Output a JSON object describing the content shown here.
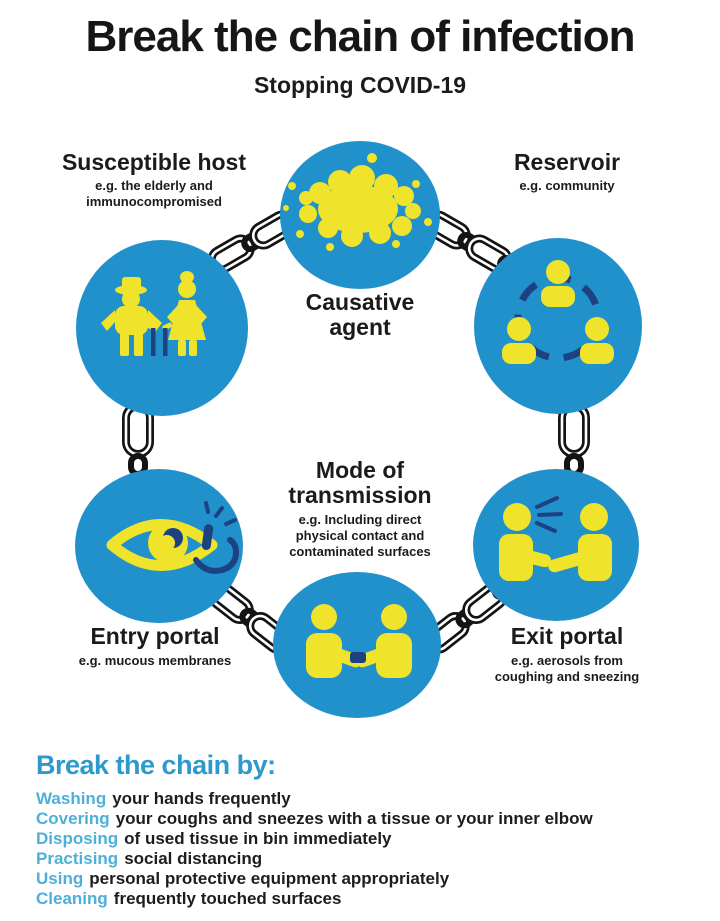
{
  "title": "Break the chain of infection",
  "subtitle": "Stopping COVID-19",
  "colors": {
    "circle_blue": "#2191cc",
    "icon_yellow": "#efe32c",
    "icon_navy": "#1d4282",
    "chain_black": "#141414",
    "heading_blue": "#2d9acb",
    "lead_cyan": "#4db0da",
    "text_dark": "#1b1b1b",
    "background": "#ffffff"
  },
  "nodes": [
    {
      "id": "causative-agent",
      "label": "Causative agent",
      "example": "",
      "icon": "virus-splat-icon"
    },
    {
      "id": "reservoir",
      "label": "Reservoir",
      "example": "e.g. community",
      "icon": "community-people-icon"
    },
    {
      "id": "susceptible-host",
      "label": "Susceptible host",
      "example": "e.g. the elderly and immunocompromised",
      "icon": "elderly-couple-icon"
    },
    {
      "id": "mode-of-transmission",
      "label": "Mode of transmission",
      "example": "e.g. Including direct physical contact and contaminated surfaces",
      "icon": "handshake-icon"
    },
    {
      "id": "entry-portal",
      "label": "Entry portal",
      "example": "e.g. mucous membranes",
      "icon": "eye-touch-icon"
    },
    {
      "id": "exit-portal",
      "label": "Exit portal",
      "example": "e.g. aerosols from coughing and sneezing",
      "icon": "sneezing-people-icon"
    }
  ],
  "break_section": {
    "heading": "Break the chain by:",
    "items": [
      {
        "lead": "Washing",
        "rest": "your hands frequently"
      },
      {
        "lead": "Covering",
        "rest": "your coughs and sneezes with a tissue or your inner elbow"
      },
      {
        "lead": "Disposing",
        "rest": "of used tissue in bin immediately"
      },
      {
        "lead": "Practising",
        "rest": "social distancing"
      },
      {
        "lead": "Using",
        "rest": "personal protective equipment appropriately"
      },
      {
        "lead": "Cleaning",
        "rest": "frequently touched surfaces"
      }
    ]
  }
}
